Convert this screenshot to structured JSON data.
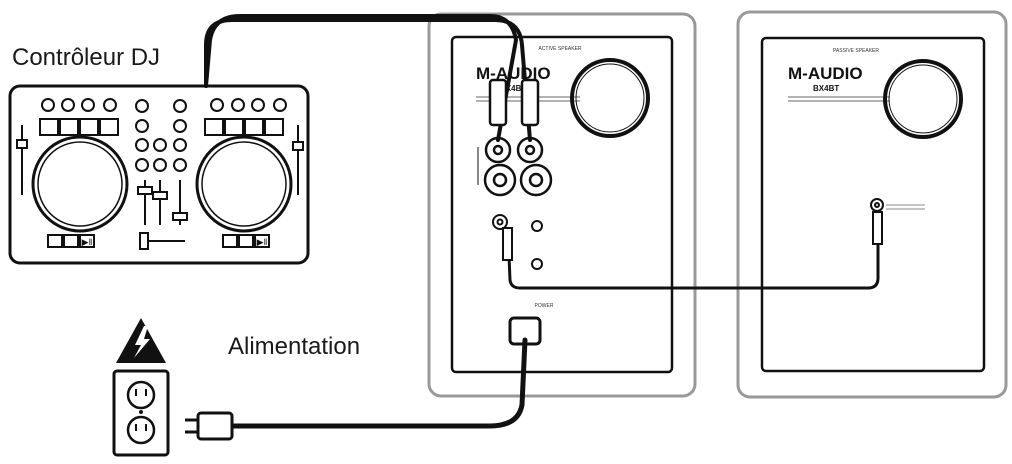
{
  "labels": {
    "dj_controller": "Contrôleur DJ",
    "power": "Alimentation"
  },
  "active_speaker": {
    "brand": "M-AUDIO",
    "model": "BX4BT",
    "heading": "ACTIVE SPEAKER",
    "power_label": "POWER"
  },
  "passive_speaker": {
    "brand": "M-AUDIO",
    "model": "BX4BT",
    "heading": "PASSIVE SPEAKER"
  }
}
